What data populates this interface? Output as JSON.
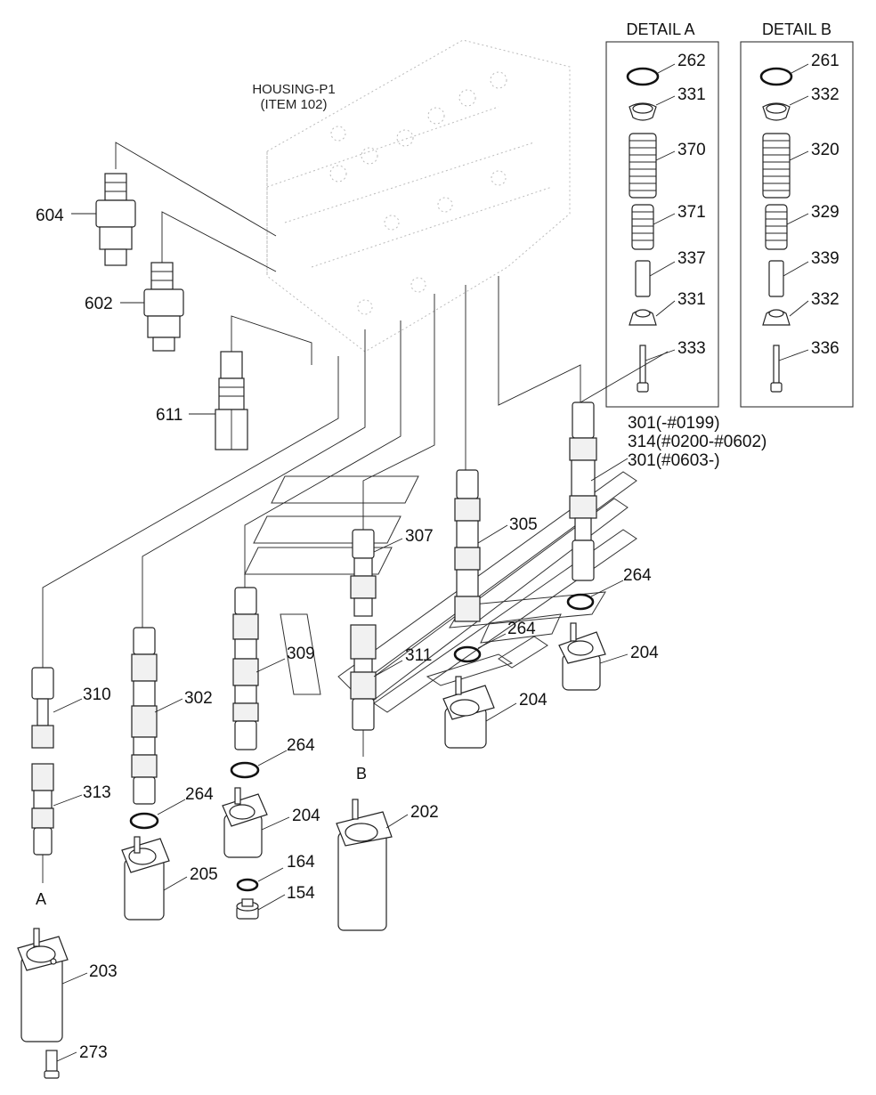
{
  "housing": {
    "line1": "HOUSING-P1",
    "line2": "(ITEM 102)"
  },
  "details": {
    "a": {
      "title": "DETAIL A",
      "items": [
        "262",
        "331",
        "370",
        "371",
        "337",
        "331",
        "333"
      ]
    },
    "b": {
      "title": "DETAIL B",
      "items": [
        "261",
        "332",
        "320",
        "329",
        "339",
        "332",
        "336"
      ]
    }
  },
  "callouts": {
    "c604": "604",
    "c602": "602",
    "c611": "611",
    "c301a": "301(-#0199)",
    "c314": "314(#0200-#0602)",
    "c301b": "301(#0603-)",
    "c307": "307",
    "c305": "305",
    "c264_1": "264",
    "c264_2": "264",
    "c204_1": "204",
    "c204_2": "204",
    "c309": "309",
    "c311": "311",
    "c310": "310",
    "c302": "302",
    "c264_3": "264",
    "c264_4": "264",
    "c204_3": "204",
    "c313": "313",
    "c202": "202",
    "c164": "164",
    "c154": "154",
    "c205": "205",
    "c203": "203",
    "c273": "273",
    "letterA": "A",
    "letterB": "B"
  }
}
